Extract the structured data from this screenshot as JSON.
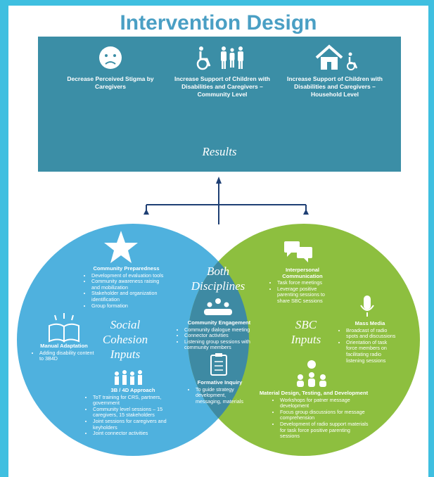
{
  "title": "Intervention Design",
  "results": {
    "label": "Results",
    "items": [
      {
        "icon": "sad-face-icon",
        "text": "Decrease Perceived Stigma by Caregivers"
      },
      {
        "icon": "wheelchair-family-icon",
        "text": "Increase Support of Children with Disabilities and Caregivers – Community Level"
      },
      {
        "icon": "house-wheelchair-icon",
        "text": "Increase Support of Children with Disabilities and Caregivers – Household Level"
      }
    ]
  },
  "social_cohesion": {
    "label": "Social Cohesion Inputs",
    "community_preparedness": {
      "title": "Community Preparedness",
      "bullets": [
        "Development of evaluation tools",
        "Community awareness raising and mobilization",
        "Stakeholder and organization identification",
        "Group formation"
      ]
    },
    "manual_adaptation": {
      "title": "Manual Adaptation",
      "bullets": [
        "Adding disability content to 3B4D"
      ]
    },
    "approach": {
      "title": "3B / 4D Approach",
      "bullets": [
        "ToT training for CRS, partners, government",
        "Community level sessions – 15 caregivers, 15 stakeholders",
        "Joint sessions for caregivers and keyholders",
        "Joint connector activities"
      ]
    }
  },
  "both": {
    "label": "Both Disciplines",
    "community_engagement": {
      "title": "Community Engagement",
      "bullets": [
        "Community dialogue meeting",
        "Connector activities",
        "Listening group sessions with community members"
      ]
    },
    "formative_inquiry": {
      "title": "Formative Inquiry",
      "bullets": [
        "To guide strategy development, messaging, materials"
      ]
    }
  },
  "sbc": {
    "label": "SBC Inputs",
    "interpersonal": {
      "title": "Interpersonal Communication",
      "bullets": [
        "Task force meetings",
        "Leverage positive parenting sessions to share SBC sessions"
      ]
    },
    "mass_media": {
      "title": "Mass Media",
      "bullets": [
        "Broadcast of radio spots and discussions",
        "Orientation of task force members on facilitating radio listening sessions"
      ]
    },
    "material_design": {
      "title": "Material Design, Testing, and Development",
      "bullets": [
        "Workshops for patner message development",
        "Focus group discussions for message comprehension",
        "Development of radio support materials for task force positive parenting sessions"
      ]
    }
  },
  "colors": {
    "frame": "#3fbfe0",
    "results_box": "#3b8ea6",
    "left_circle": "#4fb1de",
    "right_circle": "#8dbf3f",
    "overlap": "#3e8aa3",
    "arrows": "#1e3f74",
    "title": "#4a9fc4"
  }
}
